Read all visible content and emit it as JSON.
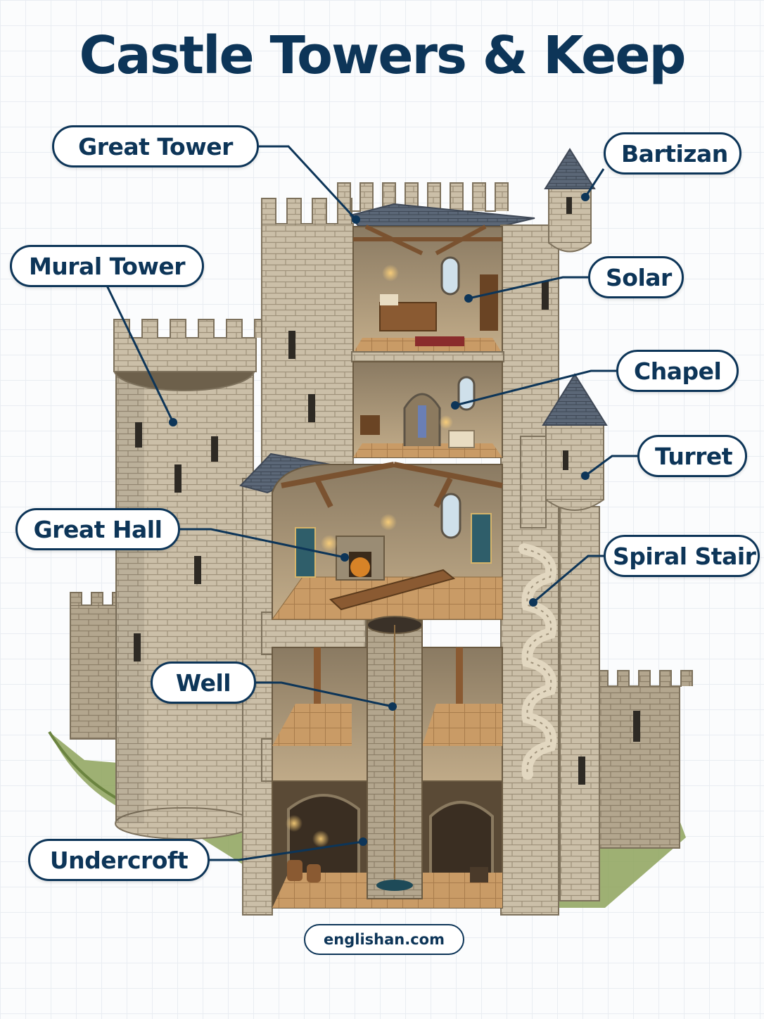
{
  "title": "Castle Towers & Keep",
  "labels": {
    "great_tower": "Great Tower",
    "bartizan": "Bartizan",
    "mural_tower": "Mural Tower",
    "solar": "Solar",
    "chapel": "Chapel",
    "turret": "Turret",
    "great_hall": "Great Hall",
    "spiral_stair": "Spiral Stair",
    "well": "Well",
    "undercroft": "Undercroft"
  },
  "credit": "englishan.com",
  "colors": {
    "ink": "#0d3558",
    "stone": "#cbbfa8",
    "stone_dark": "#a89a80",
    "roof": "#5b6777",
    "wood": "#9a6a3c",
    "floor": "#c79a63",
    "grass": "#7e9a4a"
  }
}
